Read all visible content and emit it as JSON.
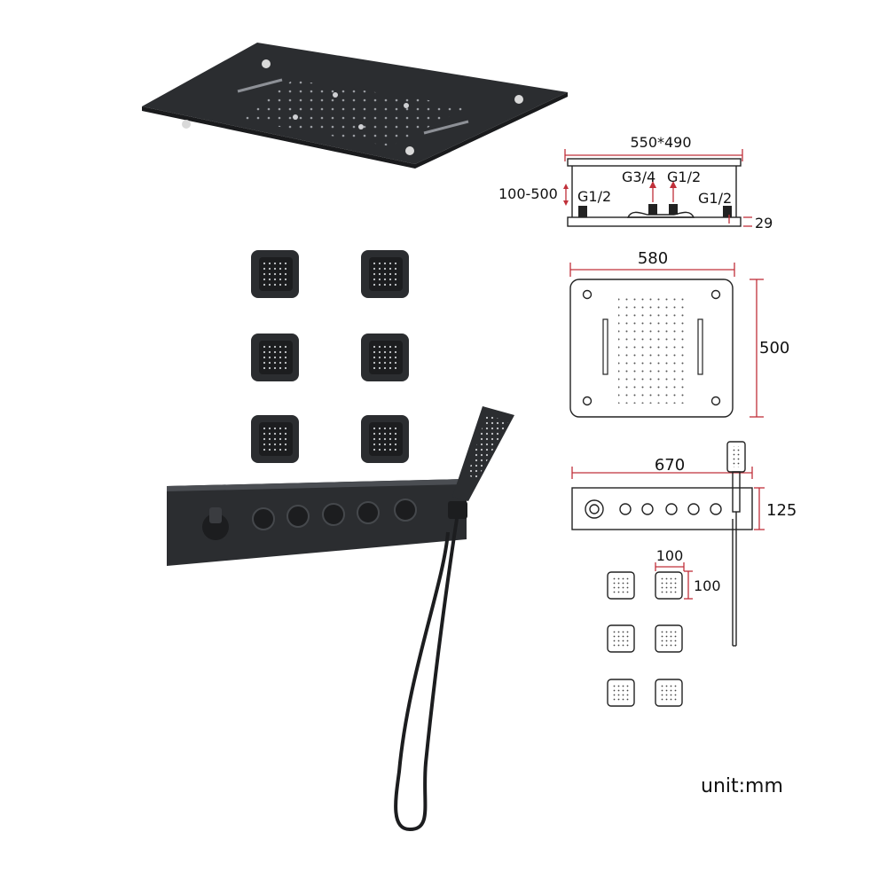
{
  "colors": {
    "product": "#2b2d30",
    "product_highlight": "#4a4d52",
    "dimension_line": "#c0303a",
    "outline": "#222222"
  },
  "ceiling_section": {
    "width_label": "550*490",
    "depth_label": "100-500",
    "thread_left": "G1/2",
    "thread_center_1": "G3/4",
    "thread_center_2": "G1/2",
    "thread_right": "G1/2",
    "thickness_label": "29"
  },
  "ceiling_plan": {
    "width_label": "580",
    "height_label": "500"
  },
  "panel": {
    "width_label": "670",
    "height_label": "125"
  },
  "body_jet": {
    "width_label": "100",
    "height_label": "100"
  },
  "unit_label": "unit:mm",
  "icons": [
    "rain-shower-head-icon",
    "body-jet-icon",
    "handheld-shower-icon",
    "shower-panel-icon",
    "thermostat-knob-icon",
    "diverter-button-icon"
  ]
}
